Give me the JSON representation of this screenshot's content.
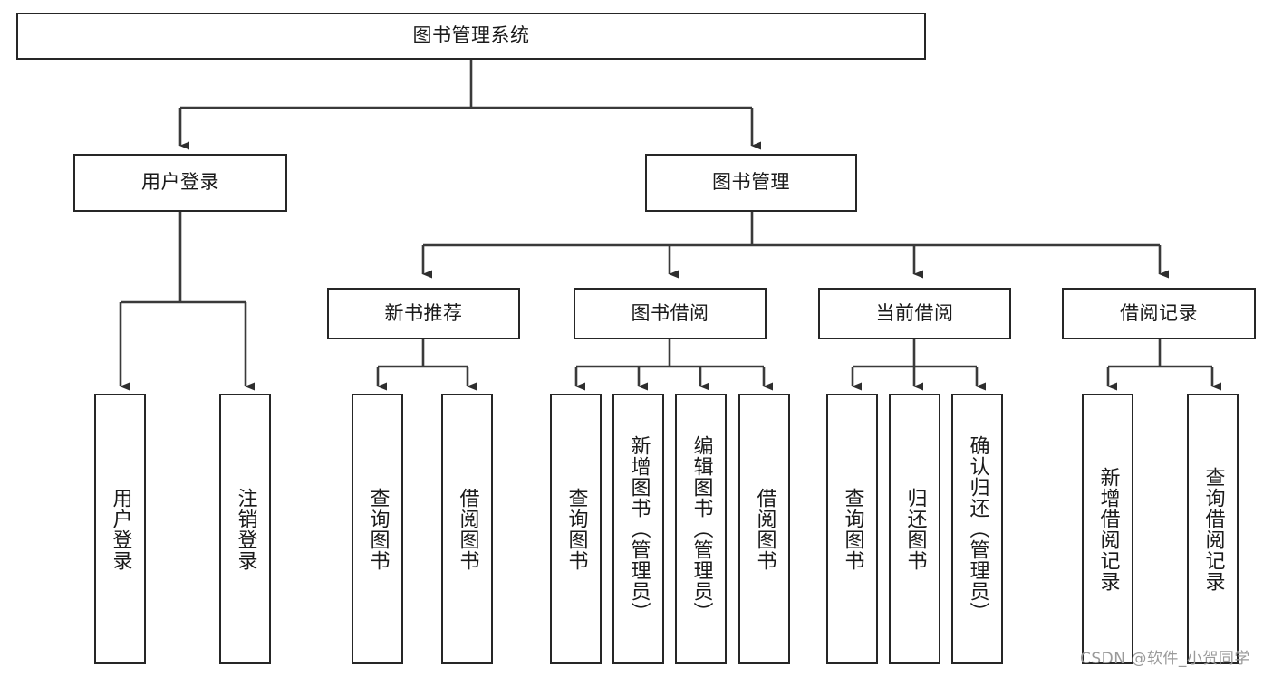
{
  "diagram": {
    "title": "图书管理系统",
    "type": "tree-hierarchy-chart",
    "watermark": "CSDN @软件_小贺同学",
    "colors": {
      "box_border": "#262626",
      "box_fill": "#ffffff",
      "connector": "#3a3a3a",
      "text": "#1a1a1a",
      "watermark": "#9a9a9a",
      "background": "#ffffff"
    },
    "root": {
      "label": "图书管理系统"
    },
    "level2": [
      {
        "label": "用户登录"
      },
      {
        "label": "图书管理"
      }
    ],
    "level3": [
      {
        "label": "新书推荐"
      },
      {
        "label": "图书借阅"
      },
      {
        "label": "当前借阅"
      },
      {
        "label": "借阅记录"
      }
    ],
    "leaves": {
      "user_login": [
        {
          "label": "用户登录"
        },
        {
          "label": "注销登录"
        }
      ],
      "new_book_recommend": [
        {
          "label": "查询图书"
        },
        {
          "label": "借阅图书"
        }
      ],
      "book_borrow": [
        {
          "label": "查询图书"
        },
        {
          "label": "新增图书（管理员）"
        },
        {
          "label": "编辑图书（管理员）"
        },
        {
          "label": "借阅图书"
        }
      ],
      "current_borrow": [
        {
          "label": "查询图书"
        },
        {
          "label": "归还图书"
        },
        {
          "label": "确认归还（管理员）"
        }
      ],
      "borrow_record": [
        {
          "label": "新增借阅记录"
        },
        {
          "label": "查询借阅记录"
        }
      ]
    }
  }
}
